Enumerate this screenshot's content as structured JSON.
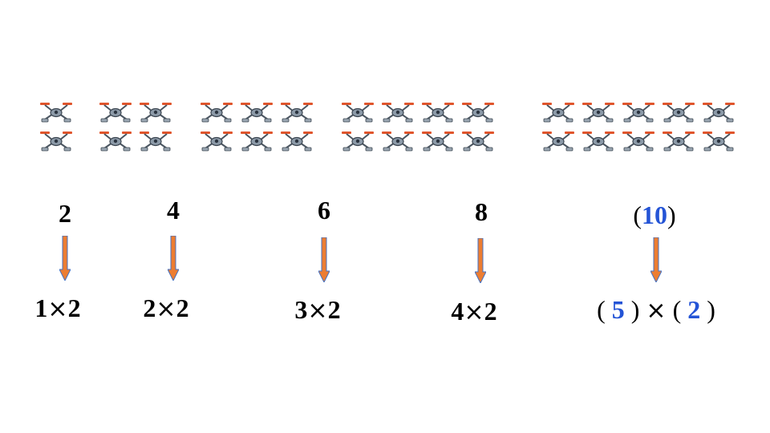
{
  "colors": {
    "arrow": "#ed7d31",
    "arrow_stroke": "#4472c4",
    "answer": "#2454d6",
    "drone_body": "#7a8a99",
    "drone_rotor": "#e0552c"
  },
  "icon": "drone-icon",
  "groups": [
    {
      "count": "2",
      "multiplier": "1",
      "times": "×",
      "factor": "2",
      "drones": 2
    },
    {
      "count": "4",
      "multiplier": "2",
      "times": "×",
      "factor": "2",
      "drones": 4
    },
    {
      "count": "6",
      "multiplier": "3",
      "times": "×",
      "factor": "2",
      "drones": 6
    },
    {
      "count": "8",
      "multiplier": "4",
      "times": "×",
      "factor": "2",
      "drones": 8
    },
    {
      "count": "10",
      "multiplier": "5",
      "times": "×",
      "factor": "2",
      "drones": 10
    }
  ],
  "paren_open": "(",
  "paren_close": ")"
}
